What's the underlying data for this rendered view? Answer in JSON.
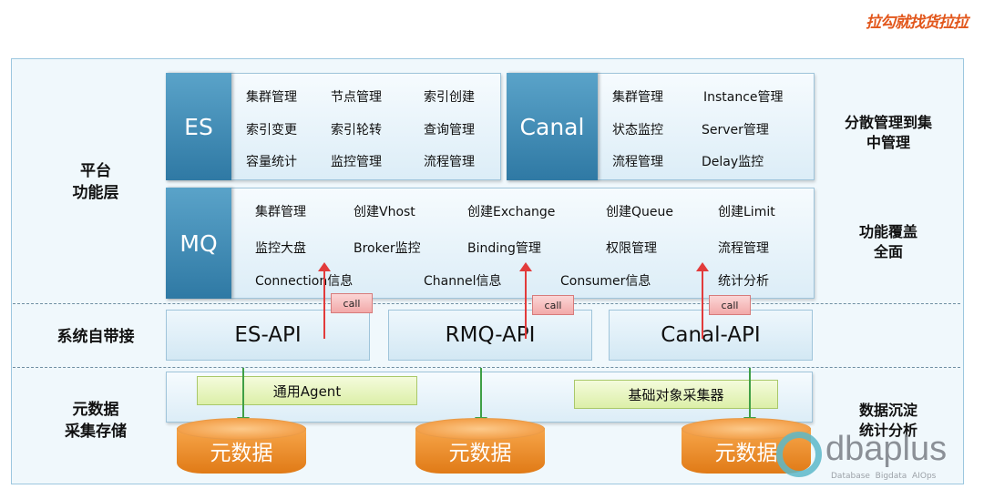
{
  "brand": "拉勾就找货拉拉",
  "watermark": {
    "name": "dbaplus",
    "tagline": "Database  Bigdata  AIOps"
  },
  "layers": {
    "platform": "平台\n功能层",
    "system": "系统自带接",
    "meta": "元数据\n采集存储"
  },
  "notes": {
    "n1": "分散管理到集\n中管理",
    "n2": "功能覆盖\n全面",
    "n3": "数据沉淀\n统计分析"
  },
  "es": {
    "tag": "ES",
    "items": [
      "集群管理",
      "节点管理",
      "索引创建",
      "索引变更",
      "索引轮转",
      "查询管理",
      "容量统计",
      "监控管理",
      "流程管理"
    ]
  },
  "canal": {
    "tag": "Canal",
    "items": [
      "集群管理",
      "Instance管理",
      "状态监控",
      "Server管理",
      "流程管理",
      "Delay监控"
    ]
  },
  "mq": {
    "tag": "MQ",
    "row1": [
      "集群管理",
      "创建Vhost",
      "创建Exchange",
      "创建Queue",
      "创建Limit"
    ],
    "row2": [
      "监控大盘",
      "Broker监控",
      "Binding管理",
      "权限管理",
      "流程管理"
    ],
    "row3": [
      "Connection信息",
      "Channel信息",
      "Consumer信息",
      "统计分析"
    ]
  },
  "apis": [
    "ES-API",
    "RMQ-API",
    "Canal-API"
  ],
  "call_label": "call",
  "collectors": {
    "agent": "通用Agent",
    "base": "基础对象采集器"
  },
  "storage_label": "元数据",
  "colors": {
    "accent": "#2f79a4",
    "call": "#e23b3b",
    "collect": "#3f9f45",
    "storage": "#e07a16"
  }
}
